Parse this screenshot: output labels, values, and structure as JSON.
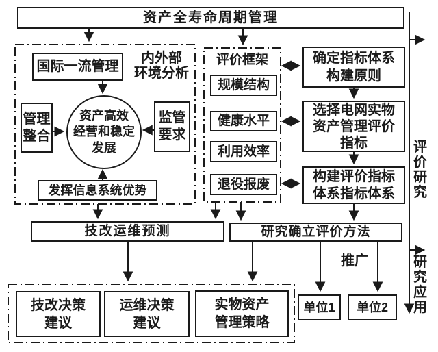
{
  "diagram": {
    "title": "资产全寿命周期管理",
    "env": {
      "label": "内外部\n环境分析",
      "intl": "国际一流管理",
      "integration": "管理\n整合",
      "goal": "资产高效\n经营和稳定\n发展",
      "regulation": "监管\n要求",
      "info": "发挥信息系统优势"
    },
    "framework": {
      "label": "评价框架",
      "items": [
        "规模结构",
        "健康水平",
        "利用效率",
        "退役报废"
      ]
    },
    "indicators": {
      "principles": "确定指标体系\n构建原则",
      "select": "选择电网实物\n资产管理评价\n指标",
      "build": "构建评价指标\n体系指标体系"
    },
    "forecast": "技改运维预测",
    "method": "研究确立评价方法",
    "promotion": "推广",
    "decisions": [
      "技改决策\n建议",
      "运维决策\n建议",
      "实物资产\n管理策略"
    ],
    "units": [
      "单位1",
      "单位2"
    ],
    "side": {
      "research": "评\n价\n研\n究",
      "application": "研\n究\n应\n用"
    },
    "colors": {
      "ink": "#1a1a1a",
      "background": "#ffffff"
    }
  }
}
